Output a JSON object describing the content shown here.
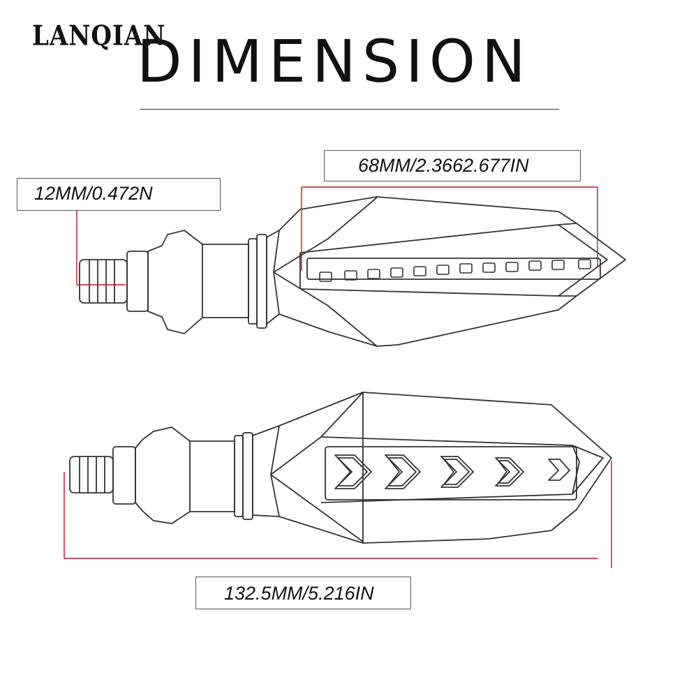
{
  "brand": "LANQIAN",
  "title": "DIMENSION",
  "labels": {
    "lens_length": "68MM/2.3662.677IN",
    "thread_diameter": "12MM/0.472N",
    "total_length": "132.5MM/5.216IN"
  },
  "colors": {
    "outline": "#333333",
    "dimension_line": "#c0142a"
  }
}
